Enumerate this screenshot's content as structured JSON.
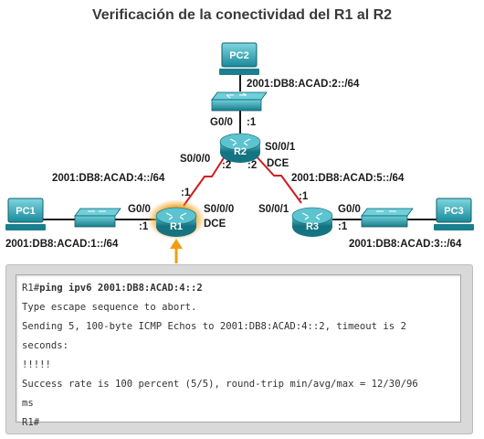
{
  "title": "Verificación de la conectividad del R1 al R2",
  "devices": {
    "pc1": "PC1",
    "pc2": "PC2",
    "pc3": "PC3",
    "r1": "R1",
    "r2": "R2",
    "r3": "R3"
  },
  "labels": {
    "net_pc2": "2001:DB8:ACAD:2::/64",
    "r2_g00": "G0/0",
    "r2_g00_host": ":1",
    "r2_s000": "S0/0/0",
    "r2_s001": "S0/0/1",
    "r2_dce": "DCE",
    "r2_s000_host": ":2",
    "r2_s001_host": ":2",
    "net_r1_r2": "2001:DB8:ACAD:4::/64",
    "net_r2_r3": "2001:DB8:ACAD:5::/64",
    "r1_serial_host": ":1",
    "r1_s000": "S0/0/0",
    "r1_dce": "DCE",
    "r1_g00": "G0/0",
    "r1_g00_host": ":1",
    "net_pc1": "2001:DB8:ACAD:1::/64",
    "r3_serial_host": ":1",
    "r3_s001": "S0/0/1",
    "r3_g00": "G0/0",
    "r3_g00_host": ":1",
    "net_pc3": "2001:DB8:ACAD:3::/64"
  },
  "colors": {
    "router": "#1b7f8f",
    "switch": "#2a8e9c",
    "pc_screen": "#1f8fa0",
    "serial_link": "#d11a1a",
    "highlight": "#f39c12"
  },
  "console": {
    "prompt_cmd": "R1#",
    "command": "ping ipv6 2001:DB8:ACAD:4::2",
    "lines": [
      "Type escape sequence to abort.",
      "Sending 5, 100-byte ICMP Echos to 2001:DB8:ACAD:4::2, timeout is 2",
      "seconds:",
      "!!!!!",
      "Success rate is 100 percent (5/5), round-trip min/avg/max = 12/30/96",
      "ms",
      "R1#"
    ]
  }
}
